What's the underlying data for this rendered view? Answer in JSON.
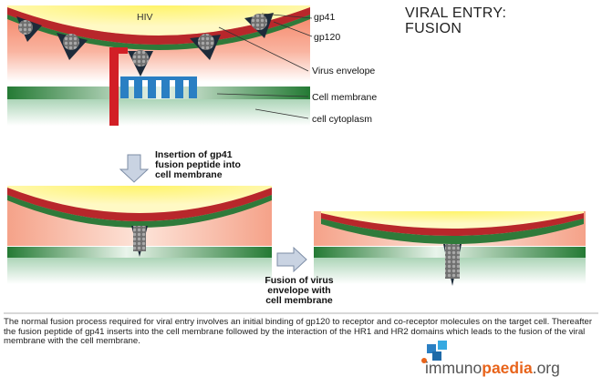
{
  "title": {
    "line1": "VIRAL ENTRY:",
    "line2": "FUSION"
  },
  "labels": {
    "hiv": "HIV",
    "gp41": "gp41",
    "gp120": "gp120",
    "virus_envelope": "Virus envelope",
    "cell_membrane": "Cell membrane",
    "cell_cytoplasm": "cell cytoplasm"
  },
  "steps": {
    "insertion": [
      "Insertion of gp41",
      "fusion peptide into",
      "cell membrane"
    ],
    "fusion": [
      "Fusion of virus",
      "envelope with",
      "cell membrane"
    ]
  },
  "caption": "The normal fusion process required for viral entry involves an initial binding of gp120 to receptor and co-receptor molecules on the target cell. Thereafter the fusion peptide of gp41 inserts into the cell membrane followed by the interaction of the HR1 and HR2 domains which leads to the fusion of the viral membrane with the cell membrane.",
  "logo": {
    "part1": "immuno",
    "part2": "paedia",
    "part3": ".org"
  },
  "colors": {
    "virus_red": "#b8272b",
    "envelope_green": "#2f7a3a",
    "membrane_green": "#2e8a3e",
    "fusion_peptide_red": "#d21f26",
    "gp41_blue": "#2a7fc3",
    "halo_yellow": "#fff25a",
    "cell_peach": "#f6a488",
    "logo_orange": "#e8641b"
  }
}
